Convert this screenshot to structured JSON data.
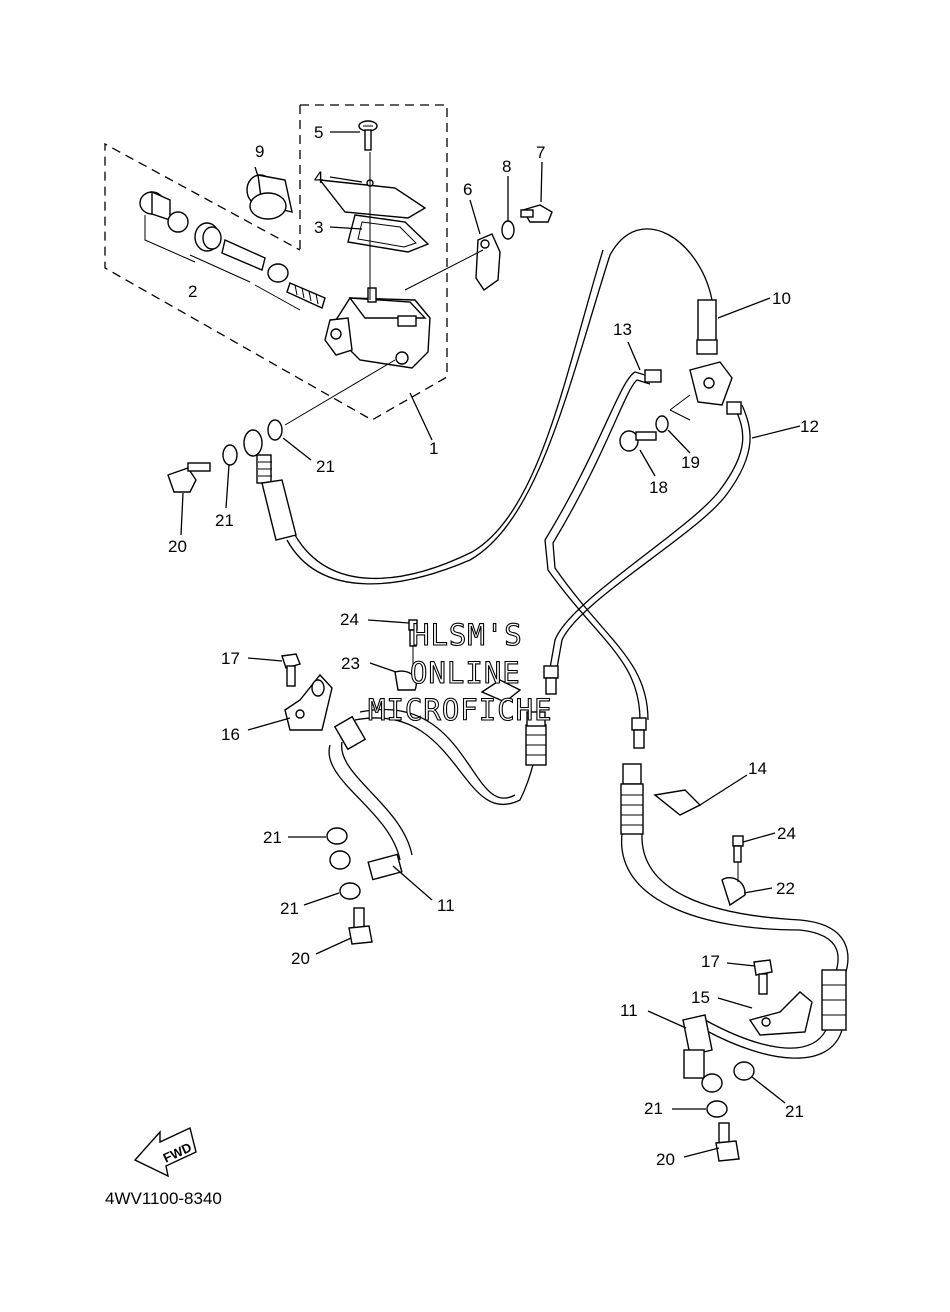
{
  "diagram_code": "4WV1100-8340",
  "fwd_label": "FWD",
  "watermark": [
    "HLSM'S",
    "ONLINE",
    "MICROFICHE"
  ],
  "callouts": [
    "1",
    "2",
    "3",
    "4",
    "5",
    "6",
    "7",
    "8",
    "9",
    "10",
    "11",
    "11",
    "12",
    "13",
    "14",
    "15",
    "16",
    "17",
    "17",
    "18",
    "19",
    "20",
    "20",
    "20",
    "21",
    "21",
    "21",
    "21",
    "21",
    "21",
    "21",
    "22",
    "23",
    "24",
    "24"
  ]
}
